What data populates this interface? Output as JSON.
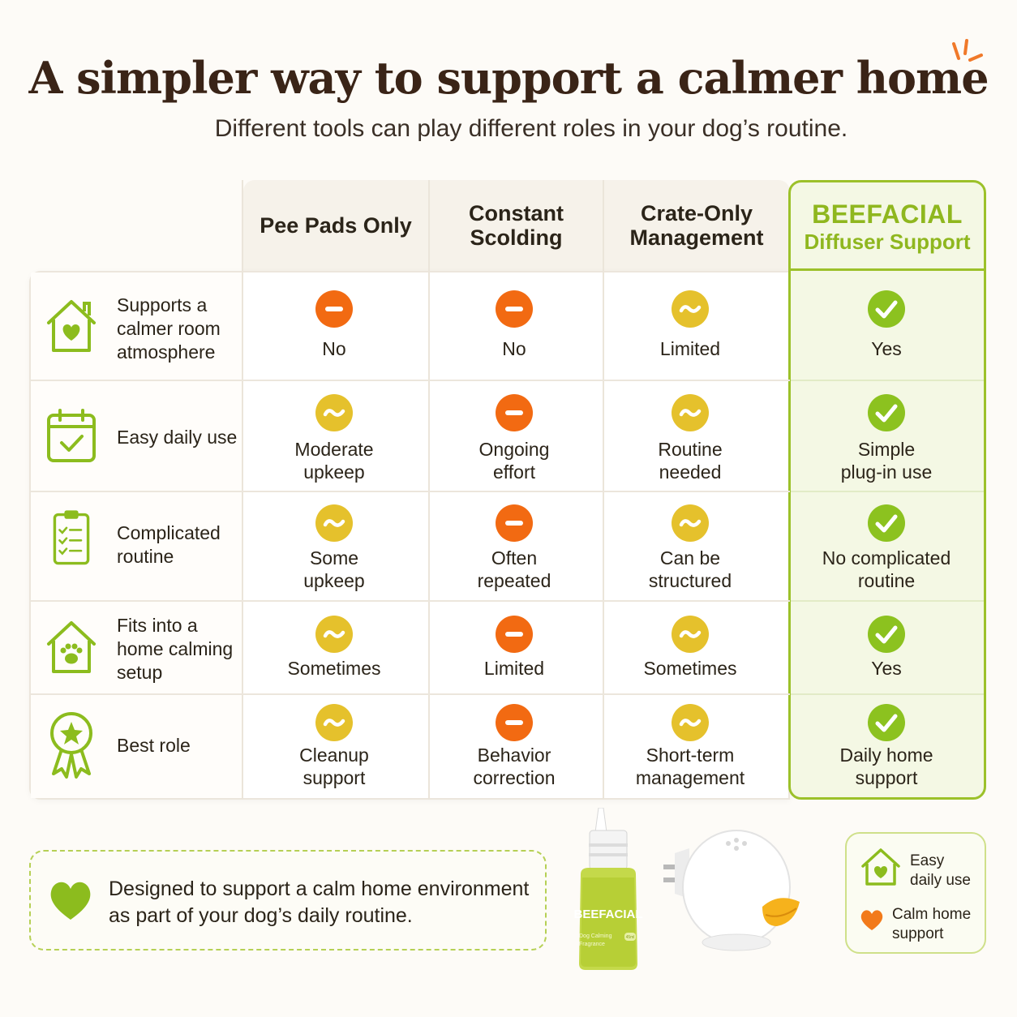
{
  "title": "A simpler way to support a calmer home",
  "subtitle": "Different tools can play different roles in your dog’s routine.",
  "columns": [
    {
      "line1": "Pee Pads Only",
      "line2": ""
    },
    {
      "line1": "Constant",
      "line2": "Scolding"
    },
    {
      "line1": "Crate-Only",
      "line2": "Management"
    }
  ],
  "brand_column": {
    "name": "BEEFACIAL",
    "sub": "Diffuser Support"
  },
  "rows": [
    {
      "icon": "house-heart-icon",
      "label": [
        "Supports a",
        "calmer room",
        "atmosphere"
      ],
      "cells": [
        {
          "status": "no",
          "text": [
            "No"
          ]
        },
        {
          "status": "no",
          "text": [
            "No"
          ]
        },
        {
          "status": "partial",
          "text": [
            "Limited"
          ]
        },
        {
          "status": "yes",
          "text": [
            "Yes"
          ]
        }
      ]
    },
    {
      "icon": "calendar-check-icon",
      "label": [
        "Easy daily use"
      ],
      "cells": [
        {
          "status": "partial",
          "text": [
            "Moderate",
            "upkeep"
          ]
        },
        {
          "status": "no",
          "text": [
            "Ongoing",
            "effort"
          ]
        },
        {
          "status": "partial",
          "text": [
            "Routine",
            "needed"
          ]
        },
        {
          "status": "yes",
          "text": [
            "Simple",
            "plug-in use"
          ]
        }
      ]
    },
    {
      "icon": "clipboard-checklist-icon",
      "label": [
        "Complicated",
        "routine"
      ],
      "cells": [
        {
          "status": "partial",
          "text": [
            "Some",
            "upkeep"
          ]
        },
        {
          "status": "no",
          "text": [
            "Often",
            "repeated"
          ]
        },
        {
          "status": "partial",
          "text": [
            "Can be",
            "structured"
          ]
        },
        {
          "status": "yes",
          "text": [
            "No complicated",
            "routine"
          ]
        }
      ]
    },
    {
      "icon": "house-paw-icon",
      "label": [
        "Fits into a",
        "home calming",
        "setup"
      ],
      "cells": [
        {
          "status": "partial",
          "text": [
            "Sometimes"
          ]
        },
        {
          "status": "no",
          "text": [
            "Limited"
          ]
        },
        {
          "status": "partial",
          "text": [
            "Sometimes"
          ]
        },
        {
          "status": "yes",
          "text": [
            "Yes"
          ]
        }
      ]
    },
    {
      "icon": "award-ribbon-icon",
      "label": [
        "Best role"
      ],
      "cells": [
        {
          "status": "partial",
          "text": [
            "Cleanup",
            "support"
          ]
        },
        {
          "status": "no",
          "text": [
            "Behavior",
            "correction"
          ]
        },
        {
          "status": "partial",
          "text": [
            "Short-term",
            "management"
          ]
        },
        {
          "status": "yes",
          "text": [
            "Daily home",
            "support"
          ]
        }
      ]
    }
  ],
  "note": {
    "icon": "heart-icon",
    "line1": "Designed to support a calm home environment",
    "line2": "as part of your dog’s daily routine."
  },
  "product": {
    "bottle_brand": "BEEFACIAL",
    "bottle_label": [
      "Dog Calming",
      "Fragrance"
    ],
    "bottle_size": "45ml"
  },
  "mini_card": {
    "item1": [
      "Easy",
      "daily use"
    ],
    "item2": [
      "Calm home",
      "support"
    ]
  },
  "colors": {
    "title": "#3a2417",
    "brand_green": "#8fb71f",
    "yes_green": "#8cc21f",
    "partial_yellow": "#e5c12c",
    "no_orange": "#f26a12"
  }
}
